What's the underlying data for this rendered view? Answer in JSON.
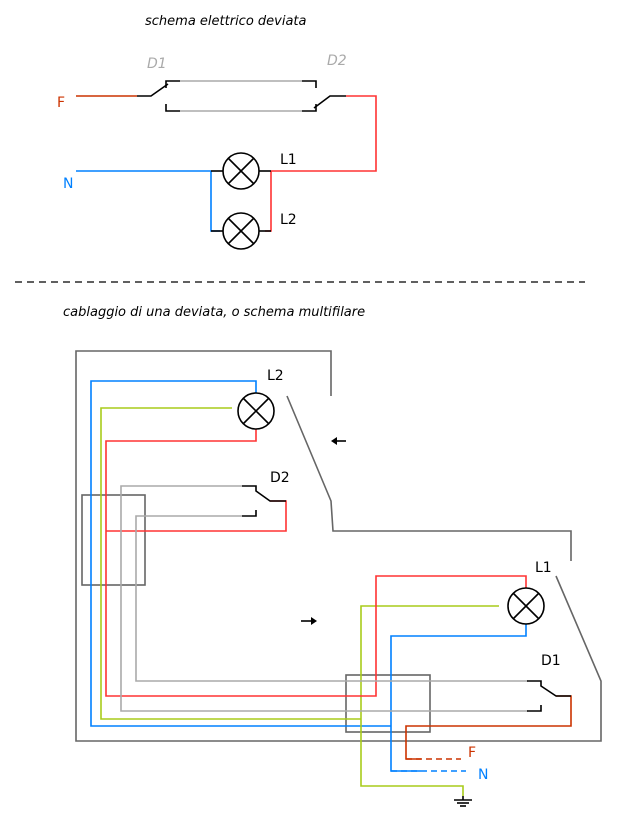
{
  "top_section": {
    "title": "schema elettrico deviata",
    "labels": {
      "switch_1": "D1",
      "switch_2": "D2",
      "phase": "F",
      "neutral": "N",
      "lamp_1": "L1",
      "lamp_2": "L2"
    }
  },
  "bottom_section": {
    "title": "cablaggio di una deviata, o schema multifilare",
    "labels": {
      "lamp_2": "L2",
      "switch_2": "D2",
      "lamp_1": "L1",
      "switch_1": "D1",
      "phase": "F",
      "neutral": "N"
    }
  },
  "colors": {
    "phase_wire": "#ff3333",
    "phase_supply": "#cc3300",
    "neutral_wire": "#0080ff",
    "earth_wire": "#a8cc1a",
    "traveller_wire": "#aaaaaa",
    "conduit": "#666666",
    "component": "#000000"
  }
}
